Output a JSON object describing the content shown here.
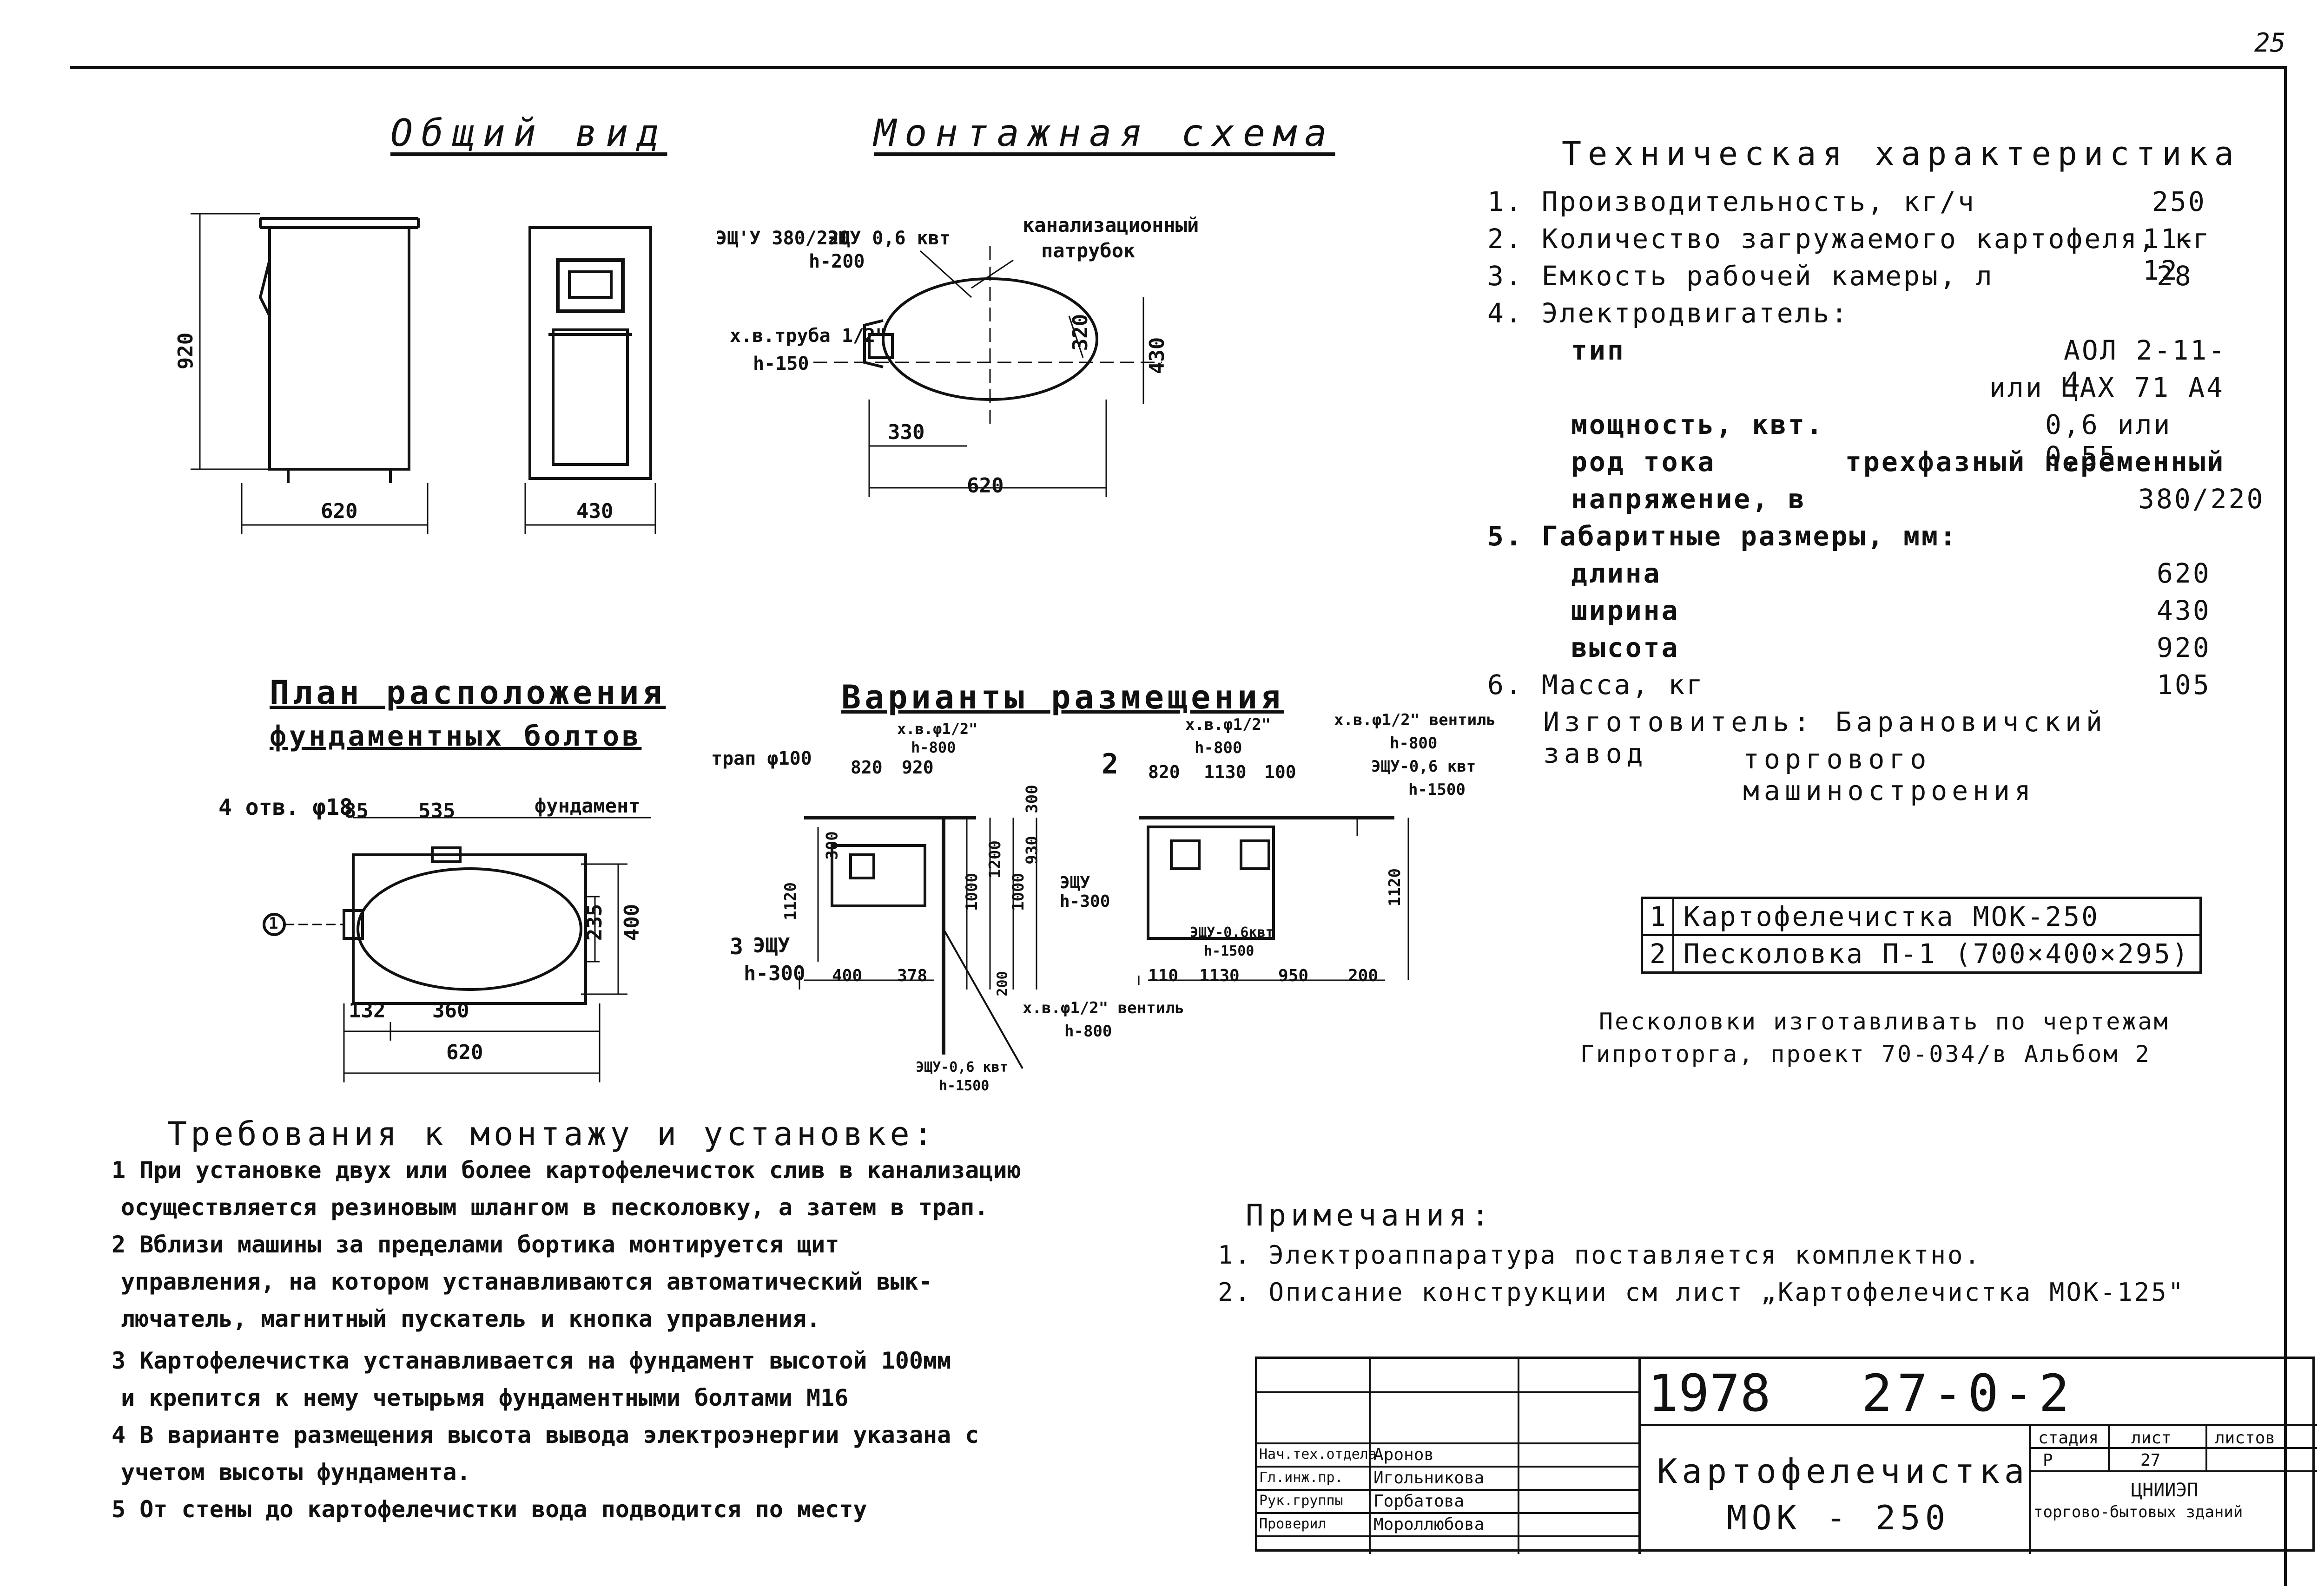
{
  "page_number": "25",
  "general_view": {
    "title": "Общий вид",
    "height": "920",
    "width": "620",
    "depth": "430"
  },
  "mounting_scheme": {
    "title": "Монтажная схема",
    "elec_label_1": "ЭЩ'У 380/220",
    "elec_label_2": "ЭЩУ 0,6 квт",
    "elec_height": "h-200",
    "sewer_label_1": "канализационный",
    "sewer_label_2": "патрубок",
    "cold_water_label": "х.в.труба 1/2\"",
    "cold_water_height": "h-150",
    "dim_320": "320",
    "dim_430": "430",
    "dim_330": "330",
    "dim_620": "620"
  },
  "foundation_plan": {
    "title_1": "План расположения",
    "title_2": "фундаментных болтов",
    "holes": "4 отв. φ18",
    "dim_85": "85",
    "dim_535": "535",
    "foundation": "фундамент",
    "dim_235": "235",
    "dim_400": "400",
    "dim_132": "132",
    "dim_360": "360",
    "dim_620": "620",
    "marker": "1"
  },
  "placement_variants": {
    "title": "Варианты размещения",
    "drain": "трап φ100",
    "cw1": "х.в.φ1/2\"",
    "cw1_h": "h-800",
    "d820": "820",
    "d920": "920",
    "marker2": "2",
    "d_820b": "820",
    "d_1130": "1130",
    "d_100": "100",
    "cw2": "х.в.φ1/2\"",
    "cw2_h": "h-800",
    "cw3": "х.в.φ1/2\" вентиль",
    "cw3_h": "h-800",
    "esh": "ЭЩУ-0,6 квт",
    "esh_h": "h-1500",
    "d300": "300",
    "d1120": "1120",
    "d1120b": "1120",
    "d1000a": "1000",
    "d1000b": "1000",
    "d1200": "1200",
    "d930": "930",
    "d300b": "300",
    "esh2": "ЭЩУ",
    "esh2_h": "h-300",
    "esh3": "ЭЩУ-0,6квт",
    "esh3_h": "h-1500",
    "marker3": "3",
    "esh4": "ЭЩУ",
    "esh4_h": "h-300",
    "d400": "400",
    "d378": "378",
    "d110": "110",
    "d1130": "1130",
    "d950": "950",
    "d200": "200",
    "d_200": "200",
    "cw4": "х.в.φ1/2\" вентиль",
    "cw4_h": "h-800",
    "esh5": "ЭЩУ-0,6 квт",
    "esh5_h": "h-1500"
  },
  "tech_spec": {
    "title": "Техническая характеристика",
    "rows": [
      {
        "label": "1. Производительность, кг/ч",
        "value": "250"
      },
      {
        "label": "2. Количество загружаемого картофеля, кг",
        "value": "11-12"
      },
      {
        "label": "3. Емкость рабочей камеры, л",
        "value": "28"
      },
      {
        "label": "4. Электродвигатель:",
        "value": ""
      }
    ],
    "motor_type_label": "тип",
    "motor_type_value": "АОЛ 2-11-4",
    "motor_type_alt": "или ЦАХ 71 А4",
    "power_label": "мощность, квт.",
    "power_value": "0,6 или 0,55",
    "current_label": "род тока",
    "current_value": "трехфазный переменный",
    "voltage_label": "напряжение, в",
    "voltage_value": "380/220",
    "dims_label": "5. Габаритные размеры, мм:",
    "length_label": "длина",
    "length_value": "620",
    "width_label": "ширина",
    "width_value": "430",
    "height_label": "высота",
    "height_value": "920",
    "mass_label": "6. Масса, кг",
    "mass_value": "105",
    "maker_label": "Изготовитель: Барановичский завод",
    "maker_label_2": "торгового машиностроения"
  },
  "legend": [
    {
      "num": "1",
      "text": "Картофелечистка МОК-250"
    },
    {
      "num": "2",
      "text": "Песколовка П-1 (700×400×295)"
    }
  ],
  "legend_note_1": "Песколовки изготавливать по чертежам",
  "legend_note_2": "Гипроторга, проект 70-034/в Альбом 2",
  "requirements": {
    "title": "Требования к монтажу и установке:",
    "lines": [
      "1 При установке двух или более картофелечисток слив в канализацию",
      "осуществляется резиновым шлангом в песколовку, а затем в трап.",
      "2 Вблизи машины за пределами бортика монтируется щит",
      "управления, на котором устанавливаются автоматический вык-",
      "лючатель, магнитный пускатель и кнопка управления.",
      "3 Картофелечистка устанавливается на фундамент высотой 100мм",
      "и крепится к нему четырьмя фундаментными болтами М16",
      "4 В варианте размещения высота вывода электроэнергии указана с",
      "учетом высоты фундамента.",
      "5 От стены до картофелечистки вода подводится по месту"
    ]
  },
  "notes": {
    "title": "Примечания:",
    "lines": [
      "1. Электроаппаратура поставляется комплектно.",
      "2. Описание конструкции см лист „Картофелечистка МОК-125\""
    ]
  },
  "stamp": {
    "year": "1978",
    "code": "27-0-2",
    "name_1": "Картофелечистка",
    "name_2": "МОК - 250",
    "roles": [
      {
        "role": "Нач.тех.отдела",
        "name": "Аронов"
      },
      {
        "role": "Гл.инж.пр.",
        "name": "Игольникова"
      },
      {
        "role": "Рук.группы",
        "name": "Горбатова"
      },
      {
        "role": "Проверил",
        "name": "Мороллюбова"
      }
    ],
    "stage_h": "стадия",
    "sheet_h": "лист",
    "sheets_h": "листов",
    "stage": "Р",
    "sheet": "27",
    "org_1": "ЦНИИЭП",
    "org_2": "торгово-бытовых зданий"
  }
}
